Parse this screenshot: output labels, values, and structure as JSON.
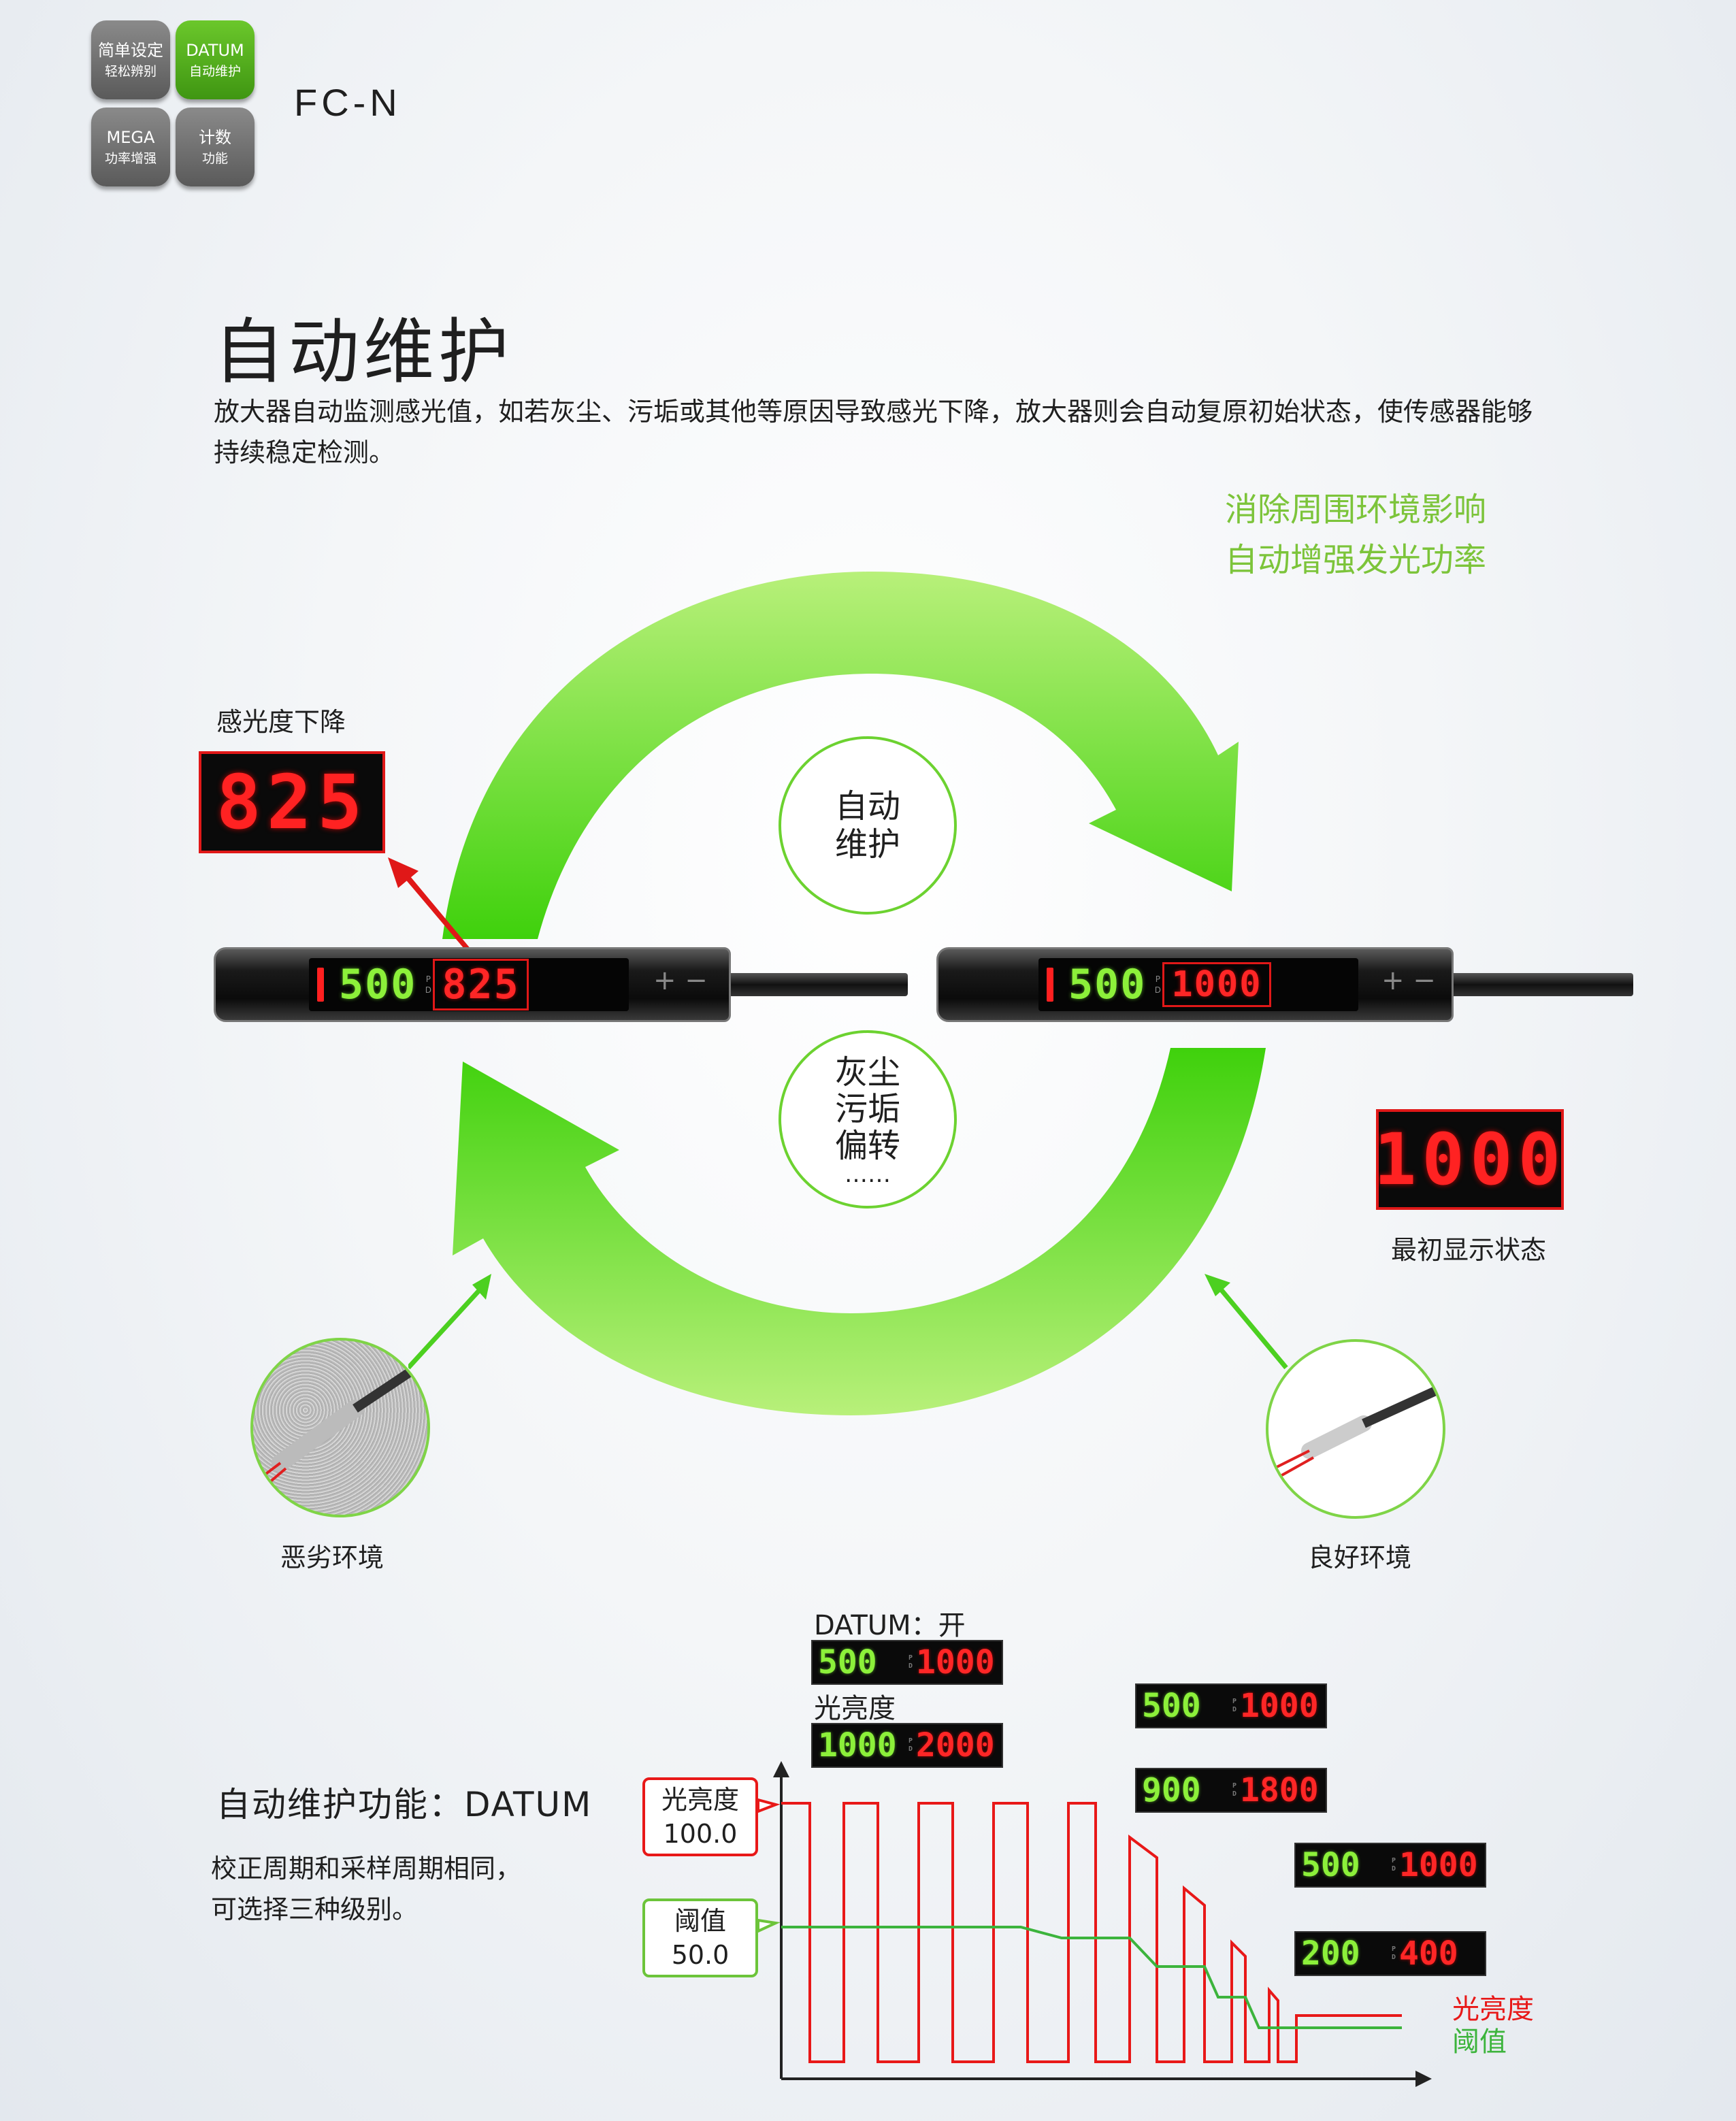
{
  "badges": [
    {
      "line1": "简单设定",
      "line2": "轻松辨别"
    },
    {
      "line1": "DATUM",
      "line2": "自动维护"
    },
    {
      "line1": "MEGA",
      "line2": "功率增强"
    },
    {
      "line1": "计数",
      "line2": "功能"
    }
  ],
  "model": "FC-N",
  "title": "自动维护",
  "description": "放大器自动监测感光值，如若灰尘、污垢或其他等原因导致感光下降，放大器则会自动复原初始状态，使传感器能够持续稳定检测。",
  "highlight": {
    "line1": "消除周围环境影响",
    "line2": "自动增强发光功率"
  },
  "diagram": {
    "decrease_label": "感光度下降",
    "decrease_value": "825",
    "initial_label": "最初显示状态",
    "initial_value": "1000",
    "top_circle": {
      "line1": "自动",
      "line2": "维护"
    },
    "bottom_circle": {
      "line1": "灰尘",
      "line2": "污垢",
      "line3": "偏转",
      "line4": "……"
    },
    "amp_left": {
      "green": "500",
      "red": "825"
    },
    "amp_right": {
      "green": "500",
      "red": "1000"
    },
    "bad_env": "恶劣环境",
    "good_env": "良好环境"
  },
  "datum": {
    "heading": "自动维护功能：DATUM",
    "note1": "校正周期和采样周期相同，",
    "note2": "可选择三种级别。",
    "datum_on": "DATUM：开",
    "brightness_label": "光亮度",
    "displays": [
      {
        "green": "500",
        "red": "1000"
      },
      {
        "green": "1000",
        "red": "2000"
      },
      {
        "green": "500",
        "red": "1000"
      },
      {
        "green": "900",
        "red": "1800"
      },
      {
        "green": "500",
        "red": "1000"
      },
      {
        "green": "200",
        "red": "400"
      }
    ],
    "callout_brightness": {
      "line1": "光亮度",
      "line2": "100.0"
    },
    "callout_threshold": {
      "line1": "阈值",
      "line2": "50.0"
    },
    "legend_brightness": "光亮度",
    "legend_threshold": "阈值",
    "colors": {
      "brightness": "#e81818",
      "threshold": "#3cb43c"
    }
  }
}
